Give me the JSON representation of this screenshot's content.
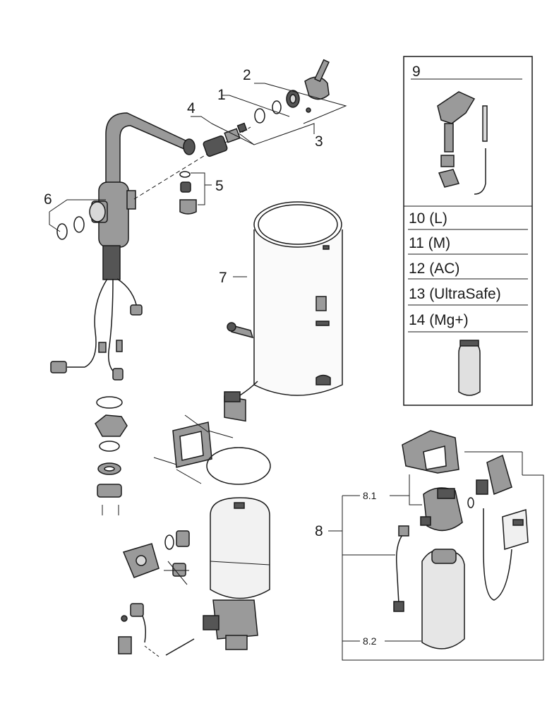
{
  "labels": {
    "l1": "1",
    "l2": "2",
    "l3": "3",
    "l4": "4",
    "l5": "5",
    "l6": "6",
    "l7": "7",
    "l8": "8",
    "l81": "8.1",
    "l82": "8.2",
    "l9": "9"
  },
  "filter_panel": {
    "items": [
      "10 (L)",
      "11 (M)",
      "12 (AC)",
      "13 (UltraSafe)",
      "14 (Mg+)"
    ]
  }
}
